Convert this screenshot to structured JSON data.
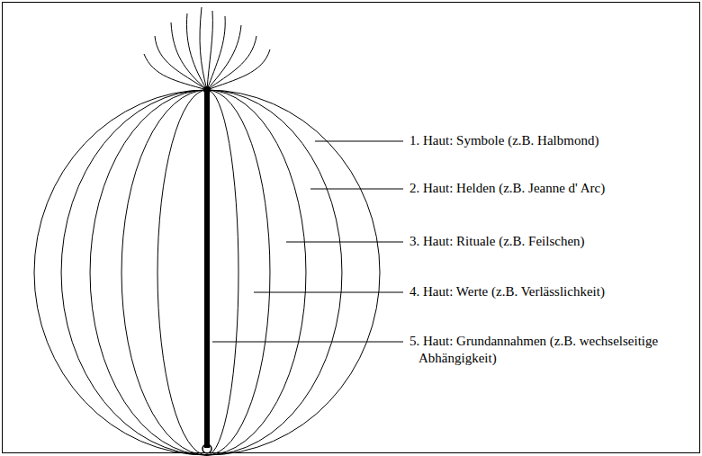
{
  "diagram": {
    "labels": [
      "1. Haut: Symbole (z.B. Halbmond)",
      "2. Haut: Helden (z.B. Jeanne d' Arc)",
      "3. Haut: Rituale (z.B. Feilschen)",
      "4. Haut: Werte (z.B. Verlässlichkeit)",
      "5. Haut: Grundannahmen (z.B. wechselseitige Abhängigkeit)"
    ]
  }
}
